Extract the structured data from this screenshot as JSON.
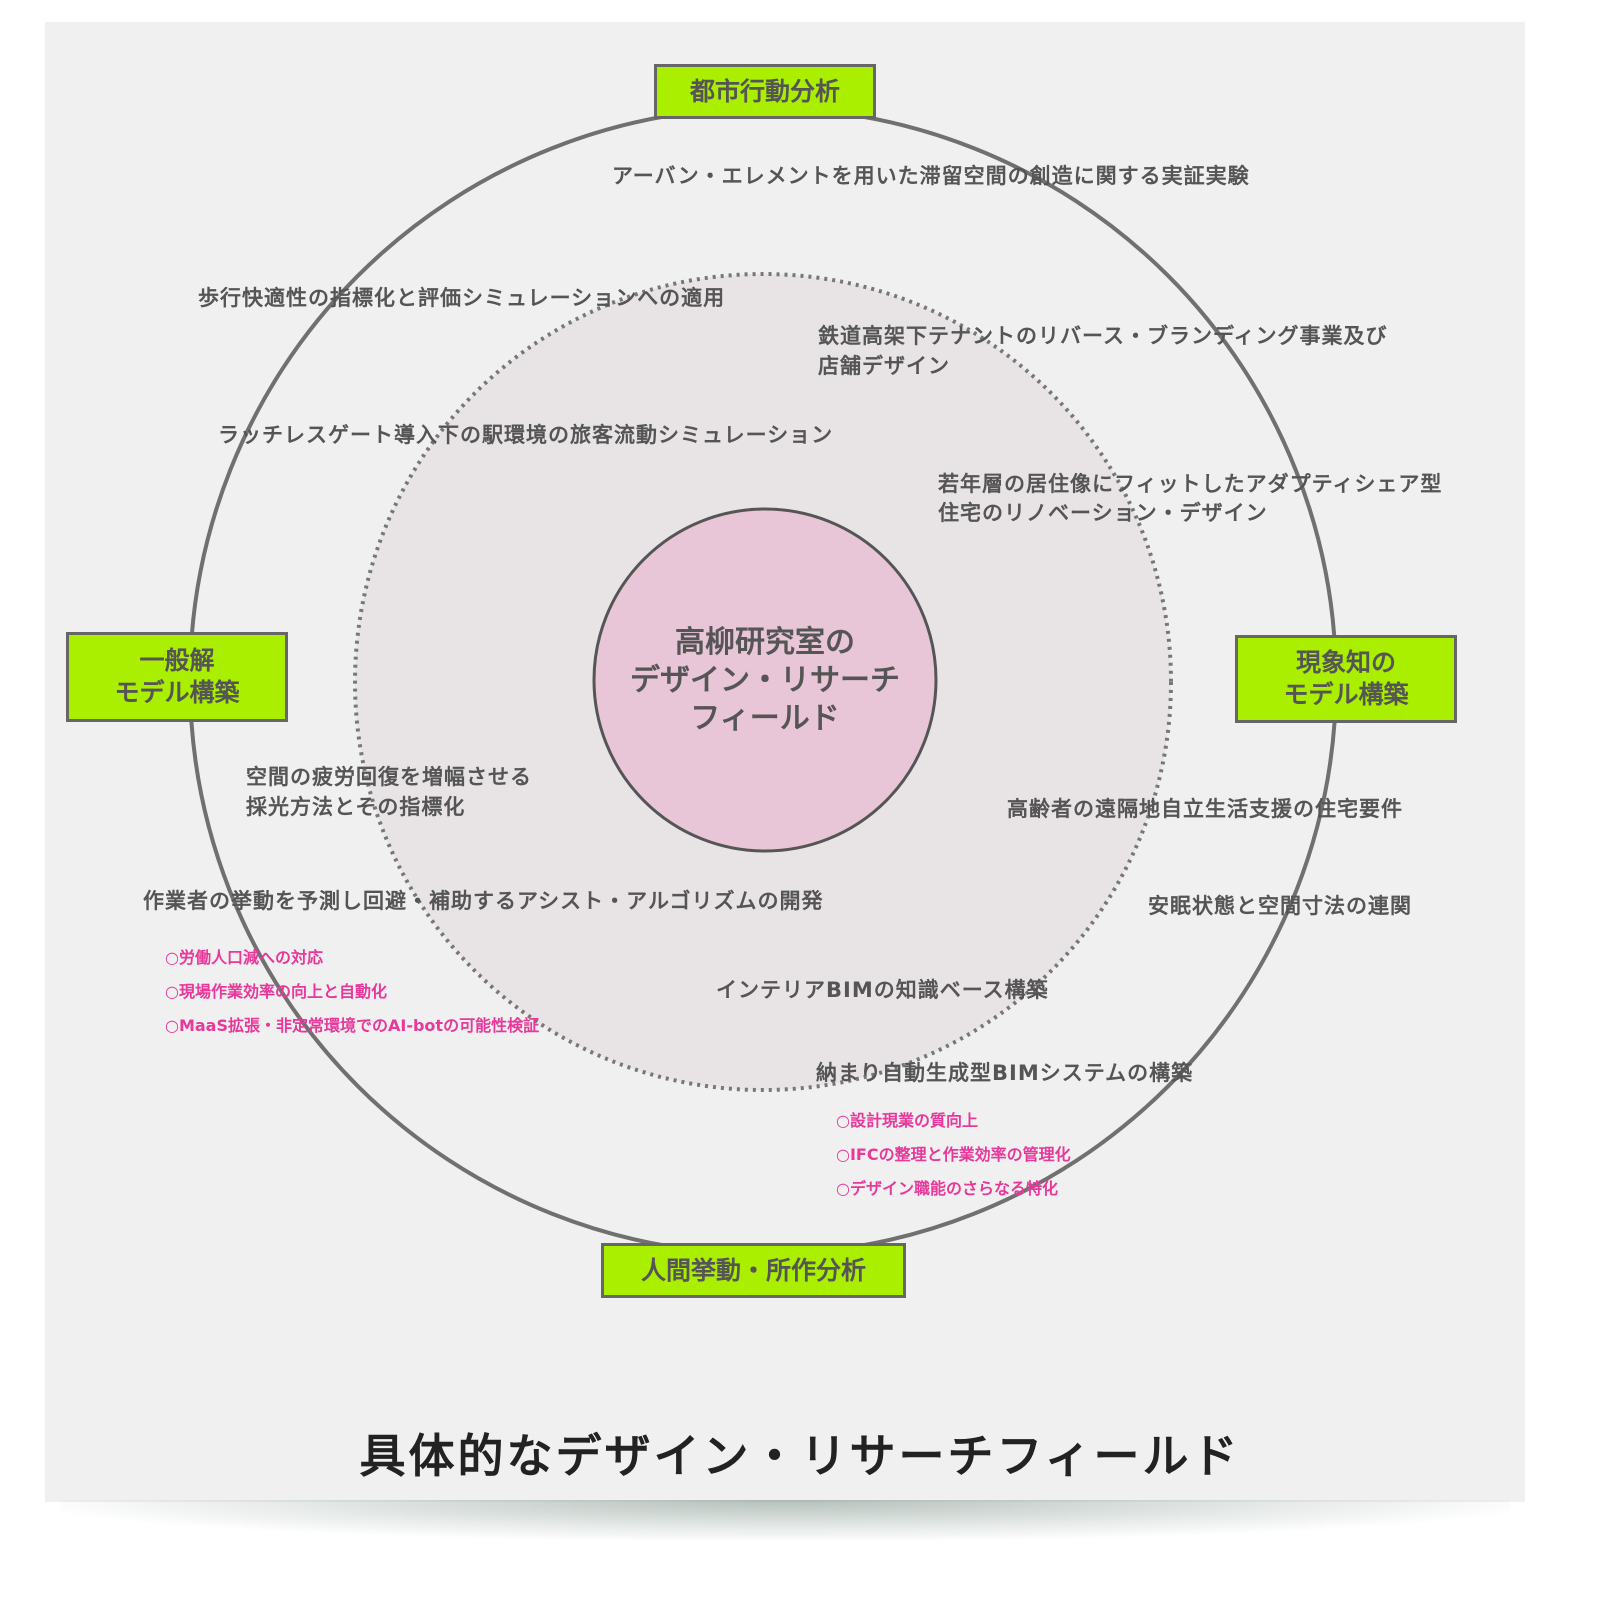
{
  "colors": {
    "label_fill": "#aaee00",
    "ring": "#707070",
    "inner_fill": "#e8e4e5",
    "center_fill": "#e8c6d8",
    "text": "#555555",
    "accent": "#e8389a"
  },
  "center": {
    "lines": [
      "高柳研究室の",
      "デザイン・リサーチ",
      "フィールド"
    ]
  },
  "axes": {
    "top": "都市行動分析",
    "left": [
      "一般解",
      "モデル構築"
    ],
    "right": [
      "現象知の",
      "モデル構築"
    ],
    "bottom": "人間挙動・所作分析"
  },
  "topics": [
    "アーバン・エレメントを用いた滞留空間の創造に関する実証実験",
    "歩行快適性の指標化と評価シミュレーションへの適用",
    "鉄道高架下テナントのリバース・ブランディング事業及び",
    "店舗デザイン",
    "ラッチレスゲート導入下の駅環境の旅客流動シミュレーション",
    "若年層の居住像にフィットしたアダプティシェア型",
    "住宅のリノベーション・デザイン",
    "空間の疲労回復を増幅させる",
    "採光方法とその指標化",
    "高齢者の遠隔地自立生活支援の住宅要件",
    "作業者の挙動を予測し回避・補助するアシスト・アルゴリズムの開発",
    "安眠状態と空間寸法の連関",
    "インテリアBIMの知識ベース構築",
    "納まり自動生成型BIMシステムの構築"
  ],
  "notes_assist": [
    "○労働人口減への対応",
    "○現場作業効率の向上と自動化",
    "○MaaS拡張・非定常環境でのAI-botの可能性検証"
  ],
  "notes_bim": [
    "○設計現業の質向上",
    "○IFCの整理と作業効率の管理化",
    "○デザイン職能のさらなる特化"
  ],
  "title": "具体的なデザイン・リサーチフィールド"
}
